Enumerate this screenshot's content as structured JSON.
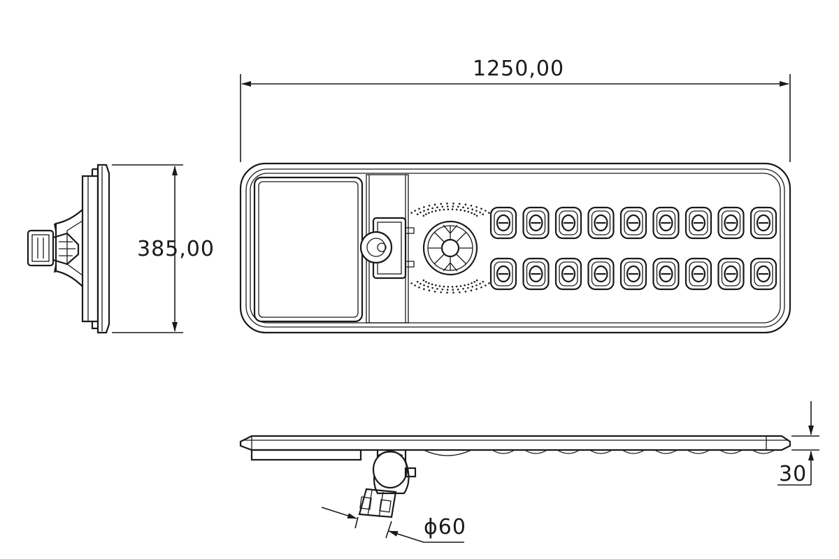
{
  "dimensions": {
    "length": "1250,00",
    "width": "385,00",
    "thickness": "30",
    "pole_diameter": "ϕ60"
  },
  "views": [
    "side-view",
    "top-view",
    "front-elevation-view"
  ],
  "led_module": {
    "rows": 2,
    "columns": 9
  },
  "colors": {
    "line": "#1a1a1a",
    "background": "#ffffff"
  }
}
